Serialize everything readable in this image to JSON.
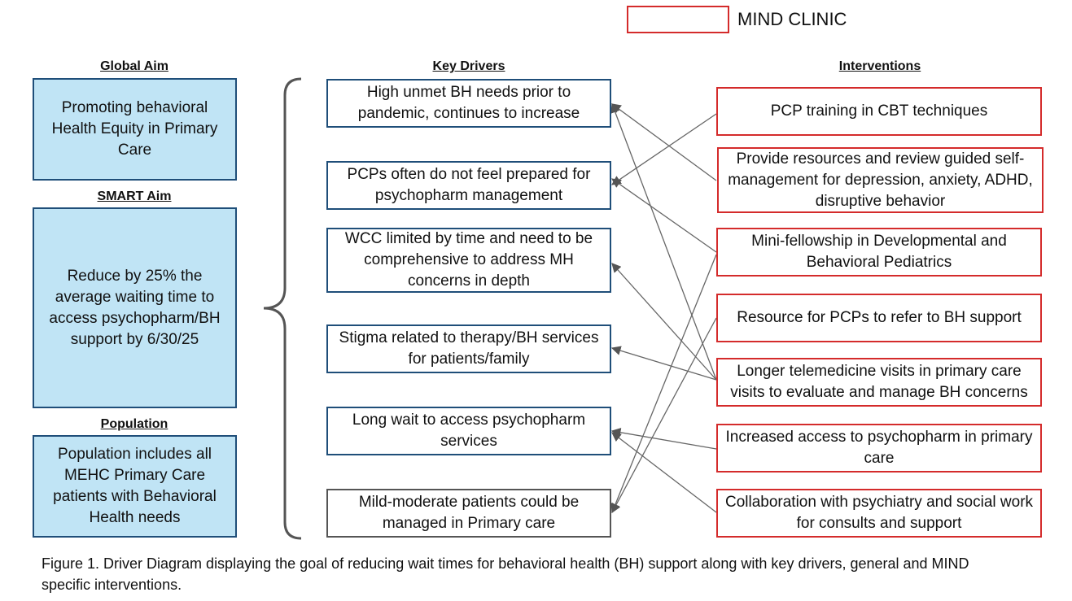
{
  "legend": {
    "label": "MIND CLINIC",
    "color": "#d42b2b"
  },
  "headings": {
    "global_aim": "Global Aim",
    "smart_aim": "SMART Aim",
    "population": "Population",
    "key_drivers": "Key Drivers",
    "interventions": "Interventions"
  },
  "aims": {
    "global": "Promoting behavioral Health Equity in Primary Care",
    "smart": "Reduce by 25% the average waiting time to access psychopharm/BH support by 6/30/25",
    "population": "Population includes all MEHC Primary Care patients with Behavioral Health needs"
  },
  "drivers": [
    "High unmet BH needs prior to pandemic, continues to increase",
    "PCPs often do not feel prepared for psychopharm management",
    "WCC limited by time and need to be comprehensive to address MH concerns in depth",
    "Stigma related to therapy/BH services for patients/family",
    "Long wait to access psychopharm services",
    "Mild-moderate patients could be managed in Primary care"
  ],
  "interventions": [
    "PCP training in CBT techniques",
    "Provide resources and review guided self-management for depression, anxiety, ADHD, disruptive behavior",
    "Mini-fellowship in Developmental and Behavioral Pediatrics",
    "Resource for PCPs to refer to BH support",
    "Longer telemedicine visits in primary care visits to evaluate and manage BH concerns",
    "Increased access to psychopharm in primary care",
    "Collaboration with psychiatry and social work for consults and support"
  ],
  "caption": "Figure 1. Driver Diagram displaying the goal of reducing wait times for behavioral health (BH) support along with key drivers, general and MIND specific interventions.",
  "colors": {
    "aim_fill": "#c0e4f5",
    "aim_border": "#1f4e79",
    "intervention_border": "#d42b2b"
  }
}
